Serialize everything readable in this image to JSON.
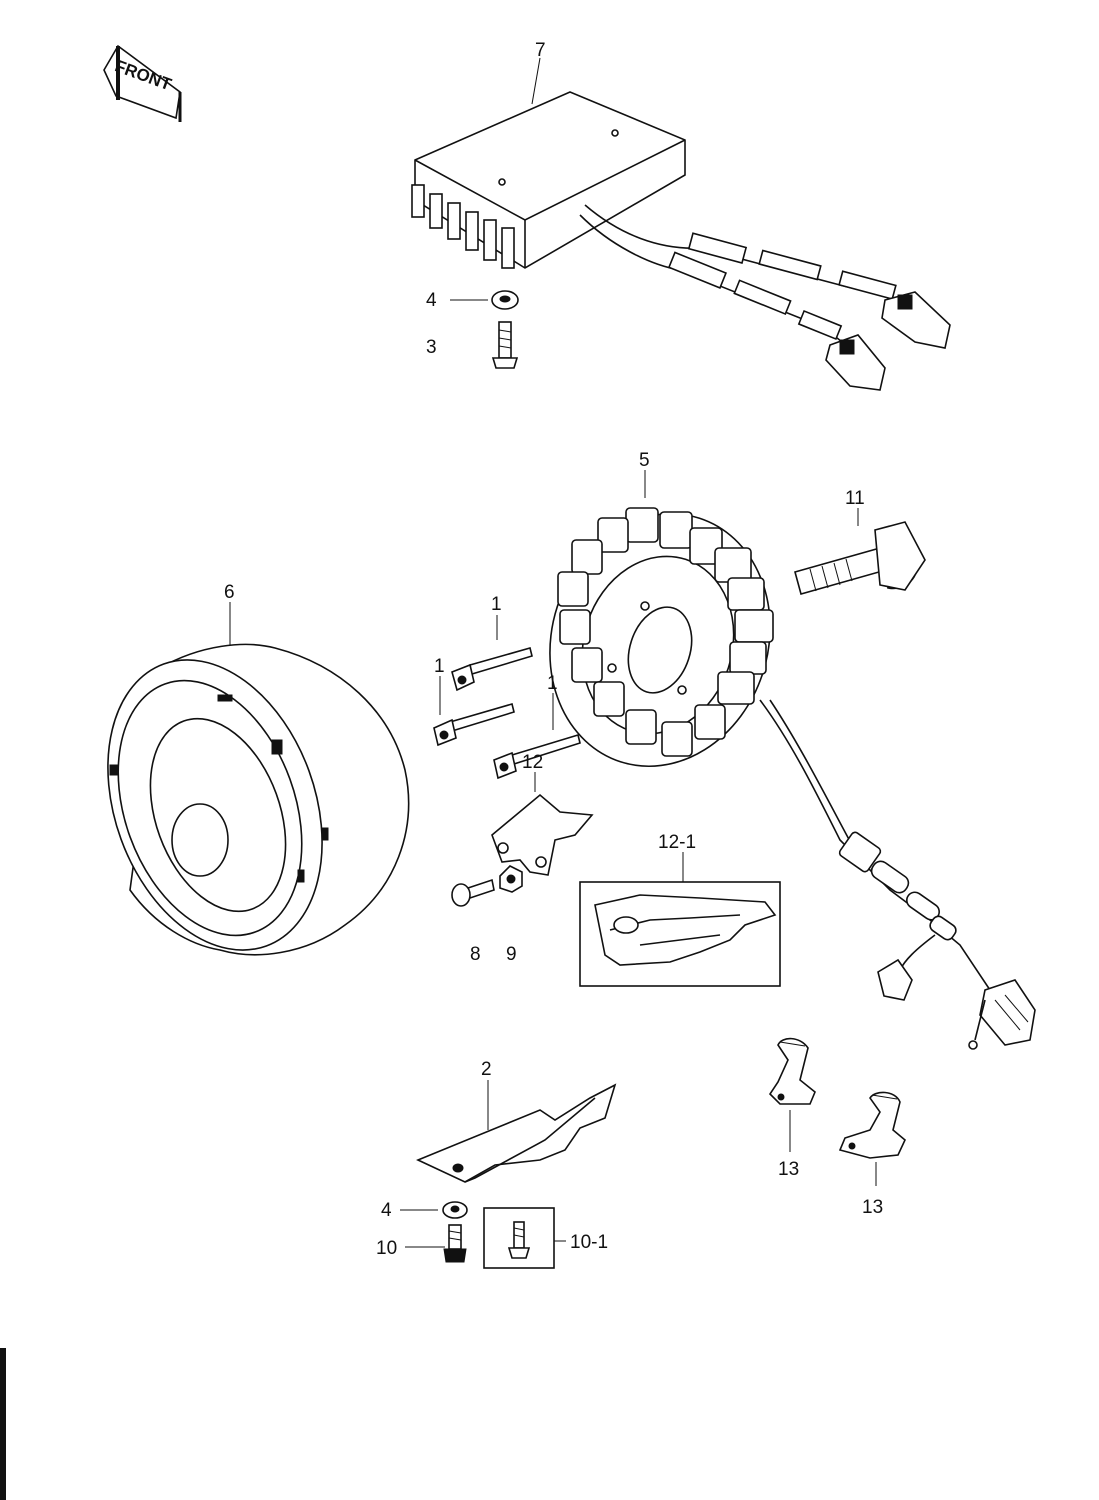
{
  "front_marker": {
    "text": "FRONT"
  },
  "callouts": {
    "part_1a": "1",
    "part_1b": "1",
    "part_1c": "1",
    "part_2": "2",
    "part_3": "3",
    "part_4_top": "4",
    "part_4_bottom": "4",
    "part_5": "5",
    "part_6": "6",
    "part_7": "7",
    "part_8": "8",
    "part_9": "9",
    "part_10": "10",
    "part_10_1": "10-1",
    "part_11": "11",
    "part_12": "12",
    "part_12_1": "12-1",
    "part_13a": "13",
    "part_13b": "13"
  }
}
